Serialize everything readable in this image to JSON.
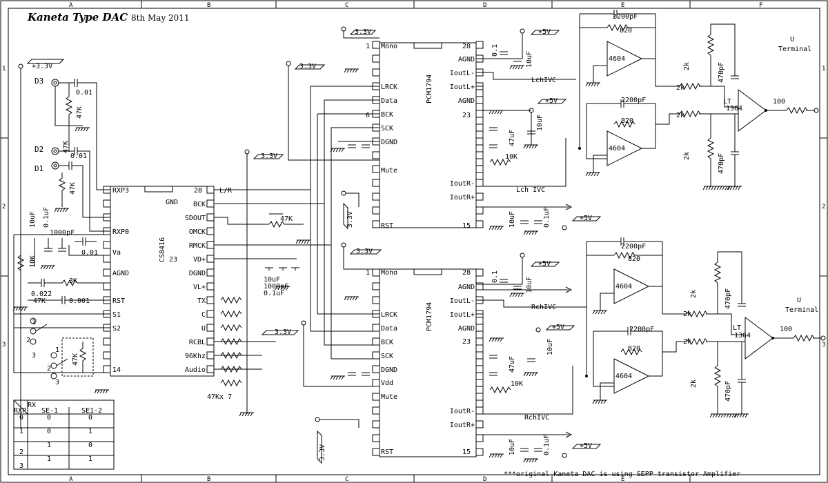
{
  "title": "Kaneta Type DAC",
  "date": "8th May 2011",
  "footnote": "***original Kaneta DAC is using SEPP transistor Amplifier",
  "grid": {
    "columns": [
      "A",
      "B",
      "C",
      "D",
      "E",
      "F"
    ],
    "rows": [
      "1",
      "2",
      "3"
    ]
  },
  "rails": {
    "v33": "3.3V",
    "v33p": "+3.3V",
    "v5": "+5V"
  },
  "receiver": {
    "name": "CS8416",
    "pin_top_left": "RXP3",
    "pin_top_right_num": "28",
    "pin_top_right": "L/R",
    "gnd": "GND",
    "left_pins": [
      "RXP0",
      "Va",
      "AGND",
      "RST",
      "S1",
      "S2"
    ],
    "left_bottom_num": "14",
    "right_pins": [
      "BCK",
      "SDOUT",
      "OMCK",
      "RMCK",
      "VD+",
      "DGND",
      "VL+",
      "TX",
      "C",
      "U",
      "RCBL",
      "96Khz",
      "Audio"
    ],
    "vd_num": "23"
  },
  "inputs": {
    "d3": "D3",
    "d2": "D2",
    "d1": "D1",
    "c_top": "0.01",
    "c_mid": "0.01",
    "r_top": "47K",
    "r_mid": "47K",
    "r_low": "47K"
  },
  "rx_parts": {
    "c10u": "10uF",
    "c01u": "0.1uF",
    "c1000p": "1000pF",
    "c001": "0.01",
    "r10k": "10K",
    "r3k": "3K",
    "c0022": "0.022",
    "c0001": "0.001",
    "r47k": "47K",
    "sel1": "1",
    "sel2": "2",
    "sel3": "3",
    "selb1": "1",
    "selb2": "2",
    "selb3": "3",
    "rsel": "47K"
  },
  "rx_right": {
    "r47k": "47K",
    "c10u": "10uF",
    "c1000p": "1000pF",
    "c01u": "0.1uF",
    "rnet": "47Kx 7"
  },
  "dac": {
    "name": "PCM1794",
    "mono": "Mono",
    "pin1": "1",
    "pin28": "28",
    "pin6": "6",
    "pin23": "23",
    "pin15": "15",
    "left_top": [
      "LRCK",
      "Data",
      "BCK",
      "SCK",
      "DGND"
    ],
    "left_mid": [
      "Mute"
    ],
    "right_top": [
      "AGND",
      "IoutL-",
      "IoutL+",
      "AGND"
    ],
    "right_bot": [
      "IoutR-",
      "IoutR+"
    ],
    "rst": "RST",
    "vdd": "Vdd",
    "c01": "0.1",
    "c10u": "10uF",
    "c47u": "47uF",
    "r10k": "10K",
    "c10u_b": "10uF",
    "c01u_b": "0.1uF"
  },
  "nets": {
    "lch_ivc": "LchIVC",
    "lch_ivc2": "Lch IVC",
    "rch_ivc": "RchIVC",
    "rch_ivc2": "RchIVC"
  },
  "output": {
    "opamp": "4604",
    "lt": "LT",
    "lt_num": "1364",
    "c2200p": "2200pF",
    "r820": "820",
    "r2k": "2k",
    "c470p": "470pF",
    "r100": "100",
    "u": "U",
    "terminal": "Terminal"
  },
  "table": {
    "corner_top": "RX",
    "corner_left": "RXP",
    "headers": [
      "SE-1",
      "SE1-2"
    ],
    "rows": [
      {
        "rxp": "0",
        "se1": "0",
        "se12": "0"
      },
      {
        "rxp": "1",
        "se1": "0",
        "se12": "1"
      },
      {
        "rxp": "2",
        "se1": "1",
        "se12": "0"
      },
      {
        "rxp": "3",
        "se1": "1",
        "se12": "1"
      }
    ]
  }
}
